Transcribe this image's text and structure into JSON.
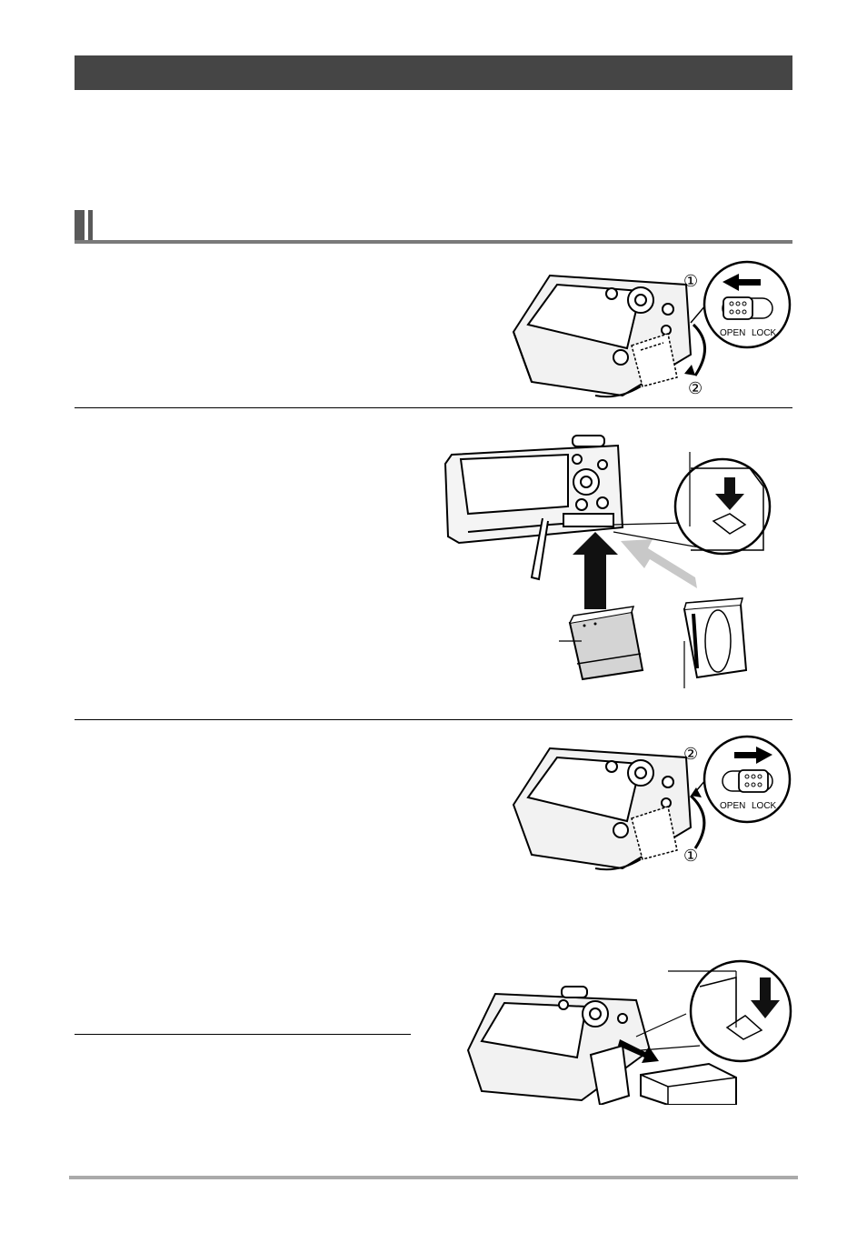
{
  "step1": {
    "callout": {
      "step_open": "①",
      "step_swing": "②",
      "open_label": "OPEN",
      "lock_label": "LOCK"
    }
  },
  "step3": {
    "callout": {
      "step_close": "①",
      "step_slide": "②",
      "open_label": "OPEN",
      "lock_label": "LOCK"
    }
  },
  "colors": {
    "title_bar": "#454545",
    "section_marker": "#595959",
    "footer_rule": "#aaaaaa",
    "insert_arrow_dark": "#111111",
    "insert_arrow_light": "#c8c8c8"
  }
}
